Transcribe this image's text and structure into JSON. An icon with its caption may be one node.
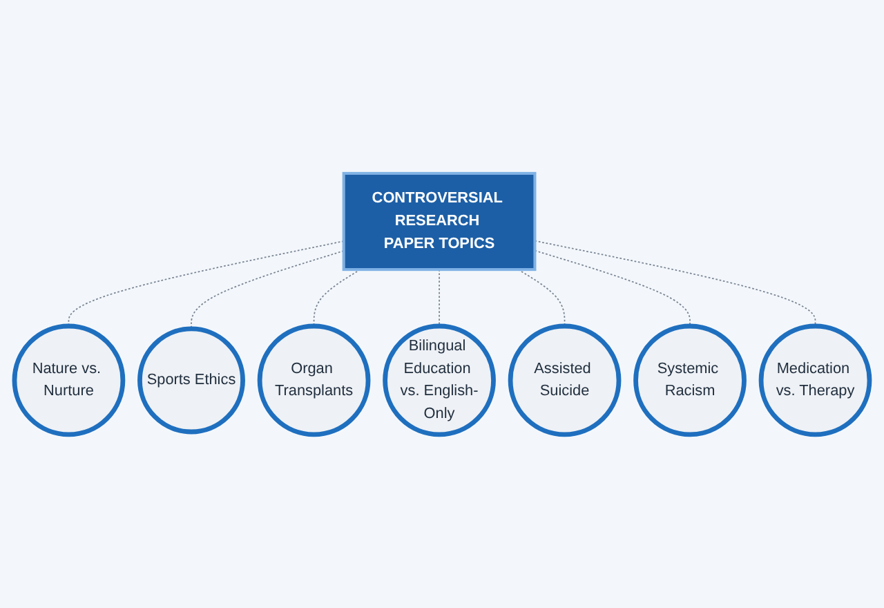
{
  "diagram": {
    "nodes": [
      {
        "text": [
          "CONTROVERSIAL RESEARCH PAPER TOPICS"
        ]
      },
      {
        "text": [
          "Nature vs. Nurture"
        ]
      },
      {
        "text": [
          "Sports Ethics"
        ]
      },
      {
        "text": [
          "Organ Transplants"
        ]
      },
      {
        "text": [
          "Bilingual Education vs. English-Only"
        ]
      },
      {
        "text": [
          "Assisted Suicide"
        ]
      },
      {
        "text": [
          "Systemic Racism"
        ]
      },
      {
        "text": [
          "Medication vs. Therapy"
        ]
      }
    ],
    "edges": [
      {
        "from": 0,
        "to": 1,
        "arrow": "none",
        "style": "dashed"
      },
      {
        "from": 0,
        "to": 2,
        "arrow": "none",
        "style": "dashed"
      },
      {
        "from": 0,
        "to": 3,
        "arrow": "none",
        "style": "dashed"
      },
      {
        "from": 0,
        "to": 4,
        "arrow": "none",
        "style": "dashed"
      },
      {
        "from": 0,
        "to": 5,
        "arrow": "none",
        "style": "dashed"
      },
      {
        "from": 0,
        "to": 6,
        "arrow": "none",
        "style": "dashed"
      },
      {
        "from": 0,
        "to": 7,
        "arrow": "none",
        "style": "dashed"
      }
    ]
  }
}
